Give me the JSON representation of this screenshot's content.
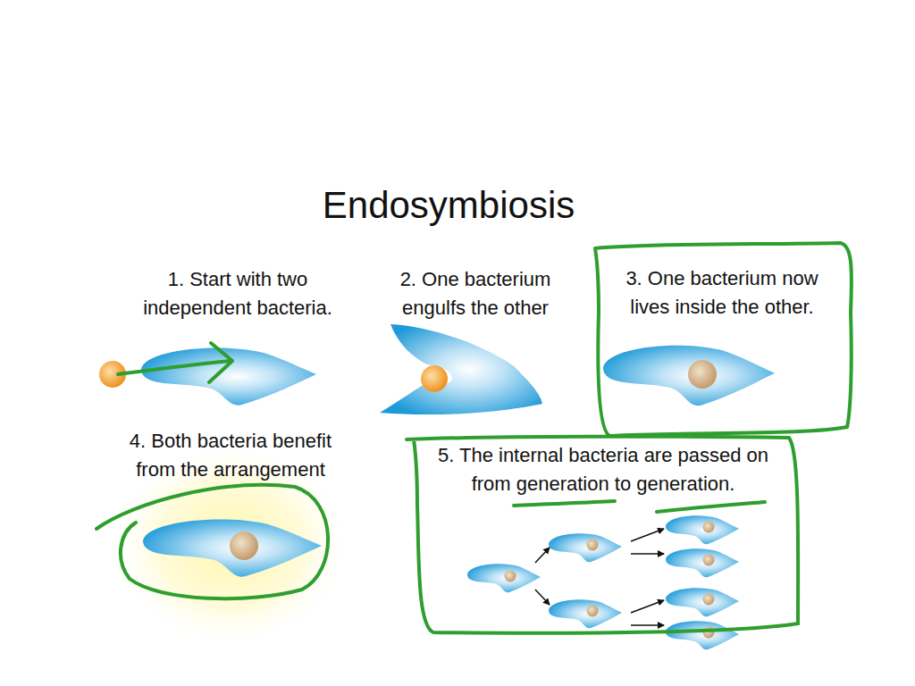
{
  "diagram": {
    "title": "Endosymbiosis",
    "nodes": [
      {
        "text": [
          "3. One bacterium now lives inside the other."
        ]
      },
      {
        "text": [
          "5. The internal bacteria are passed on from generation to generation."
        ]
      }
    ],
    "labels": [
      "1. Start with two independent bacteria.",
      "2. One bacterium engulfs the other",
      "4. Both bacteria benefit from the arrangement"
    ]
  }
}
